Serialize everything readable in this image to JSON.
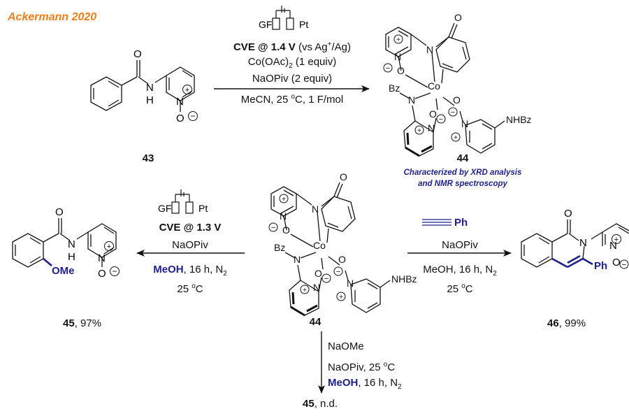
{
  "header": {
    "label": "Ackermann 2020"
  },
  "colors": {
    "accent_orange": "#ef7f1a",
    "highlight_blue": "#1f1f8c",
    "ink": "#111111"
  },
  "atoms": {
    "O": "O",
    "N": "N",
    "H": "H",
    "Co": "Co",
    "Bz": "Bz",
    "NHBz": "NHBz",
    "OMe": "OMe",
    "Ph": "Ph",
    "plus": "+",
    "minus": "−"
  },
  "electrodes": {
    "anode": "GF",
    "cathode": "Pt"
  },
  "compounds": {
    "sm": {
      "number": "43"
    },
    "complex": {
      "number": "44",
      "note_line1": "Characterized by XRD analysis",
      "note_line2": "and NMR spectroscopy"
    },
    "complex_center": {
      "number": "44"
    },
    "methoxy": {
      "number": "45",
      "yield": ", 97%"
    },
    "isoquinolone": {
      "number": "46",
      "yield": ", 99%"
    },
    "bottom": {
      "number": "45",
      "yield": ", n.d."
    }
  },
  "reaction_top": {
    "cve_prefix": "CVE @ 1.4 V",
    "cve_ref_pre": " (vs Ag",
    "cve_ref_sup": "+",
    "cve_ref_post": "/Ag)",
    "cat_pre": "Co(OAc)",
    "cat_sub": "2",
    "cat_post": " (1 equiv)",
    "base": "NaOPiv (2 equiv)",
    "cond_pre": "MeCN, 25 ",
    "cond_deg": "o",
    "cond_post": "C, 1 F/mol"
  },
  "reaction_left": {
    "cve": "CVE @ 1.3 V",
    "base": "NaOPiv",
    "solvent": "MeOH",
    "cond_rest": ", 16 h, N",
    "cond_sub": "2",
    "temp_pre": "25 ",
    "temp_deg": "o",
    "temp_post": "C"
  },
  "reaction_right": {
    "alkyne_label": "Ph",
    "base": "NaOPiv",
    "cond_pre": "MeOH, 16 h, N",
    "cond_sub": "2",
    "temp_pre": "25 ",
    "temp_deg": "o",
    "temp_post": "C"
  },
  "reaction_down": {
    "line1": "NaOMe",
    "line2_pre": "NaOPiv, 25 ",
    "line2_deg": "o",
    "line2_post": "C",
    "solvent": "MeOH",
    "cond_rest": ", 16 h, N",
    "cond_sub": "2"
  }
}
